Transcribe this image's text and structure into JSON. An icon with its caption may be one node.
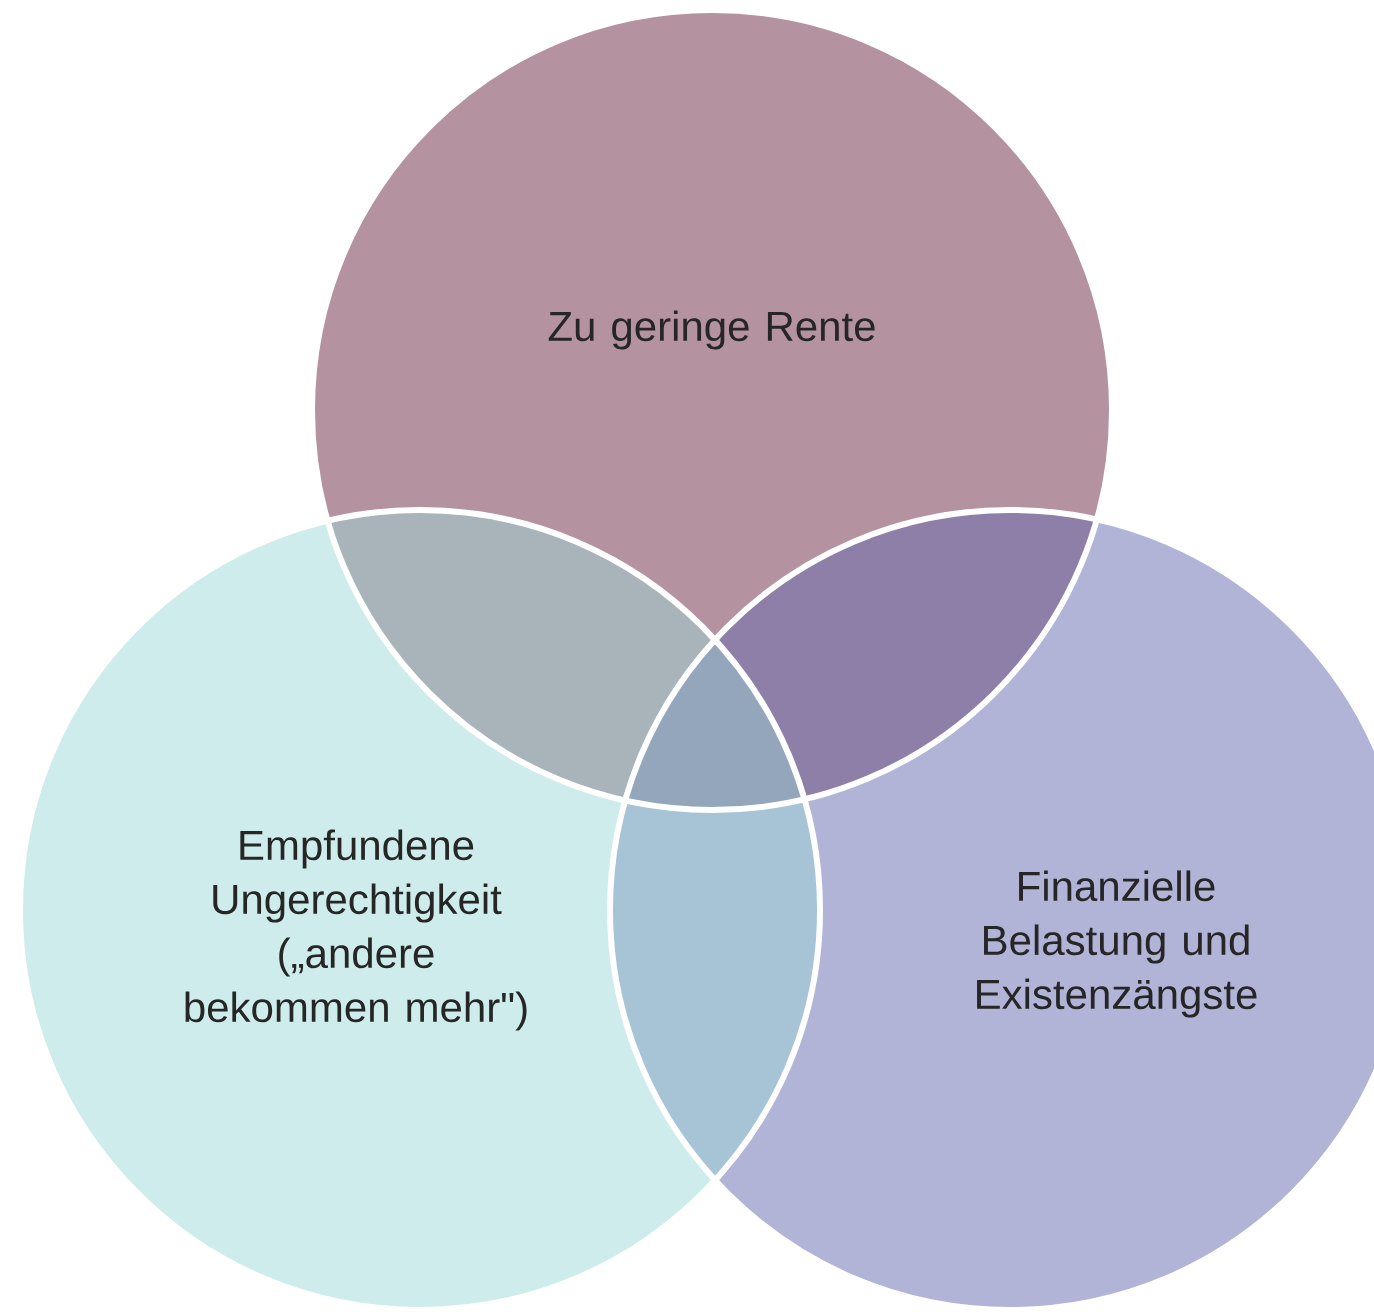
{
  "diagram": {
    "nodes": [
      {
        "text": [
          "Zu geringe Rente"
        ]
      },
      {
        "text": [
          "Empfundene Ungerechtigkeit („andere bekommen mehr\")"
        ]
      },
      {
        "text": [
          "Finanzielle Belastung und Existenzängste"
        ]
      }
    ]
  }
}
